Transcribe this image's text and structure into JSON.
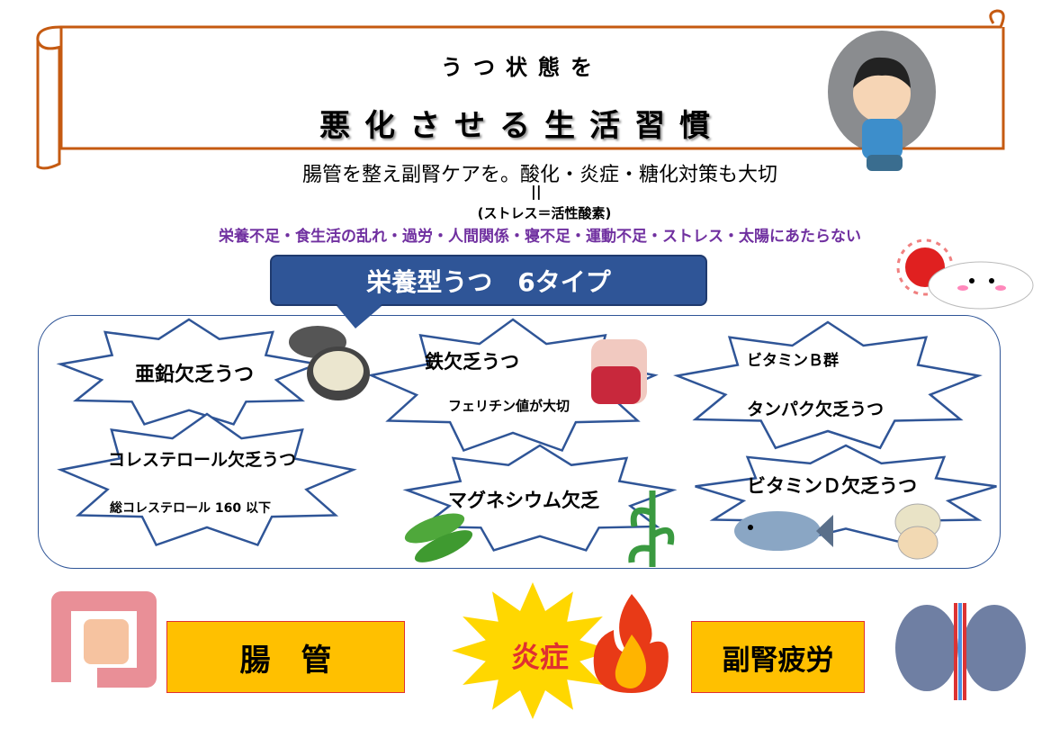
{
  "header": {
    "line1": "うつ状態を",
    "line2": "悪化させる生活習慣"
  },
  "subtitle": "腸管を整え副腎ケアを。酸化・炎症・糖化対策も大切",
  "equals_mark": "||",
  "stress_note": "(ストレス＝活性酸素)",
  "causes": "栄養不足・食生活の乱れ・過労・人間関係・寝不足・運動不足・ストレス・太陽にあたらない",
  "callout": "栄養型うつ　6タイプ",
  "types": [
    {
      "title": "亜鉛欠乏うつ"
    },
    {
      "title": "鉄欠乏うつ",
      "note": "フェリチン値が大切"
    },
    {
      "title": "ビタミンＢ群",
      "title2": "タンパク欠乏うつ"
    },
    {
      "title": "コレステロール欠乏うつ",
      "note": "総コレステロール 160 以下"
    },
    {
      "title": "マグネシウム欠乏"
    },
    {
      "title": "ビタミンＤ欠乏うつ"
    }
  ],
  "bottom": {
    "gut": "腸　管",
    "inflammation": "炎症",
    "adrenal": "副腎疲労"
  },
  "colors": {
    "scroll": "#c55a11",
    "accent": "#2f5597",
    "purple": "#7030a0",
    "yellow": "#ffc000",
    "red": "#e03030"
  }
}
